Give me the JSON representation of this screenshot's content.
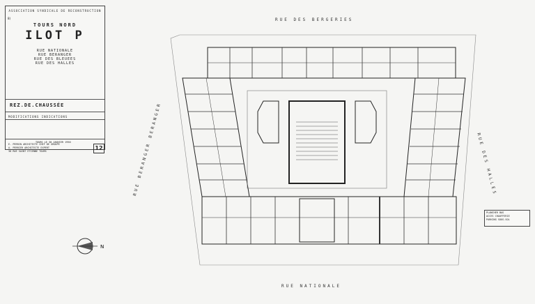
{
  "title_block": {
    "association": "ASSOCIATION SYNDICALE DE RECONSTRUCTION",
    "sheet_ref": "8)",
    "city": "TOURS NORD",
    "block": "ILOT P",
    "streets": [
      "RUE NATIONALE",
      "RUE BERANGER",
      "RUE DES BLEUEES",
      "RUE DES HALLES"
    ],
    "level": "REZ.DE.CHAUSSÉE",
    "modifications_label": "MODIFICATIONS  INDICATIONS",
    "date": "TOURS LE 30 JANVIER 1950",
    "architects": [
      "E. PERRIN ARCHITECTE CHEF DE GROUPE",
      "A. PERRIER ARCHITECTE EXPERT",
      "30 RUE SAINT ETIENNE TOURS"
    ],
    "plan_number": "12"
  },
  "streets": {
    "top": "RUE DES BERGERIES",
    "bottom": "RUE NATIONALE",
    "left": "RUE BERANGER BERANGER",
    "right": "RUE DES HALLES"
  },
  "legend": [
    "PLANCHER BAS",
    "ACCES CHAUFFERIE",
    "PARKING SOUS-SOL"
  ],
  "north_label": "N"
}
